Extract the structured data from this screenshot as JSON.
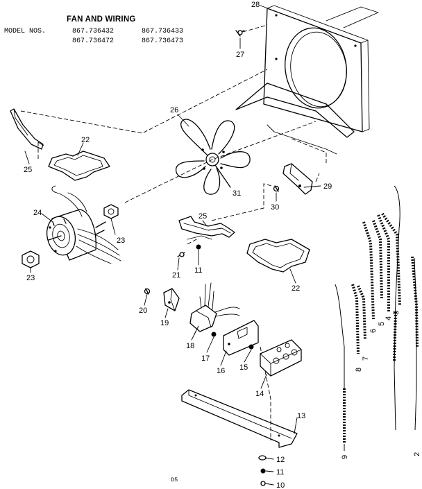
{
  "header": {
    "title": "FAN AND WIRING",
    "model_label": "MODEL NOS.",
    "models": [
      "867.736432",
      "867.736433",
      "867.736472",
      "867.736473"
    ]
  },
  "callouts": [
    {
      "id": "c28",
      "text": "28"
    },
    {
      "id": "c27",
      "text": "27"
    },
    {
      "id": "c26",
      "text": "26"
    },
    {
      "id": "c22a",
      "text": "22"
    },
    {
      "id": "c25a",
      "text": "25"
    },
    {
      "id": "c31",
      "text": "31"
    },
    {
      "id": "c29",
      "text": "29"
    },
    {
      "id": "c30",
      "text": "30"
    },
    {
      "id": "c24",
      "text": "24"
    },
    {
      "id": "c23a",
      "text": "23"
    },
    {
      "id": "c23b",
      "text": "23"
    },
    {
      "id": "c25b",
      "text": "25"
    },
    {
      "id": "c21",
      "text": "21"
    },
    {
      "id": "c11a",
      "text": "11"
    },
    {
      "id": "c22b",
      "text": "22"
    },
    {
      "id": "c20",
      "text": "20"
    },
    {
      "id": "c19",
      "text": "19"
    },
    {
      "id": "c18",
      "text": "18"
    },
    {
      "id": "c17",
      "text": "17"
    },
    {
      "id": "c16",
      "text": "16"
    },
    {
      "id": "c15",
      "text": "15"
    },
    {
      "id": "c14",
      "text": "14"
    },
    {
      "id": "c13",
      "text": "13"
    },
    {
      "id": "c12",
      "text": "12"
    },
    {
      "id": "c11b",
      "text": "11"
    },
    {
      "id": "c10",
      "text": "10"
    },
    {
      "id": "c9",
      "text": "9"
    },
    {
      "id": "c8",
      "text": "8"
    },
    {
      "id": "c7",
      "text": "7"
    },
    {
      "id": "c6",
      "text": "6"
    },
    {
      "id": "c5",
      "text": "5"
    },
    {
      "id": "c4",
      "text": "4"
    },
    {
      "id": "c3",
      "text": "3"
    },
    {
      "id": "c2",
      "text": "2"
    }
  ],
  "footer": {
    "page_code": "D5"
  }
}
